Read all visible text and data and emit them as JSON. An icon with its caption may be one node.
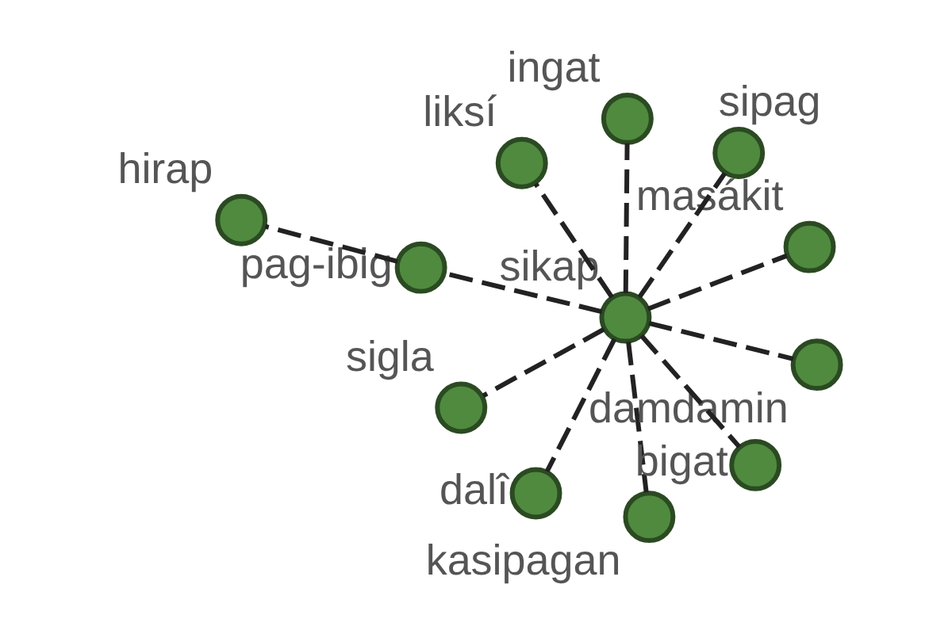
{
  "diagram": {
    "nodes": [
      {
        "text": [],
        "shape": "circle",
        "beside": [
          "sikap"
        ]
      },
      {
        "text": [],
        "shape": "circle",
        "beside": [
          "masákit"
        ]
      },
      {
        "text": [],
        "shape": "circle",
        "beside": [
          "kasipagan"
        ]
      },
      {
        "text": [],
        "shape": "circle",
        "beside": [
          "liksí"
        ]
      },
      {
        "text": [],
        "shape": "circle",
        "beside": [
          "sipag"
        ]
      },
      {
        "text": [],
        "shape": "circle",
        "beside": [
          "ingat"
        ]
      },
      {
        "text": [],
        "shape": "circle",
        "beside": [
          "sigla"
        ]
      },
      {
        "text": [],
        "shape": "circle",
        "beside": [
          "damdamin"
        ]
      },
      {
        "text": [],
        "shape": "circle",
        "beside": [
          "dalî"
        ]
      },
      {
        "text": [],
        "shape": "circle",
        "beside": [
          "bigat"
        ]
      },
      {
        "text": [],
        "shape": "circle",
        "beside": [
          "pag-ibig"
        ]
      },
      {
        "text": [],
        "shape": "circle",
        "beside": [
          "hirap"
        ]
      }
    ],
    "edges": [
      {
        "from": 0,
        "to": 1,
        "arrow": "none",
        "style": "dashed"
      },
      {
        "from": 0,
        "to": 2,
        "arrow": "none",
        "style": "dashed"
      },
      {
        "from": 0,
        "to": 3,
        "arrow": "none",
        "style": "dashed"
      },
      {
        "from": 0,
        "to": 4,
        "arrow": "none",
        "style": "dashed"
      },
      {
        "from": 0,
        "to": 5,
        "arrow": "none",
        "style": "dashed"
      },
      {
        "from": 0,
        "to": 6,
        "arrow": "none",
        "style": "dashed"
      },
      {
        "from": 0,
        "to": 7,
        "arrow": "none",
        "style": "dashed"
      },
      {
        "from": 0,
        "to": 8,
        "arrow": "none",
        "style": "dashed"
      },
      {
        "from": 0,
        "to": 9,
        "arrow": "none",
        "style": "dashed"
      },
      {
        "from": 0,
        "to": 10,
        "arrow": "none",
        "style": "dashed"
      },
      {
        "from": 10,
        "to": 11,
        "arrow": "none",
        "style": "dashed"
      }
    ]
  }
}
